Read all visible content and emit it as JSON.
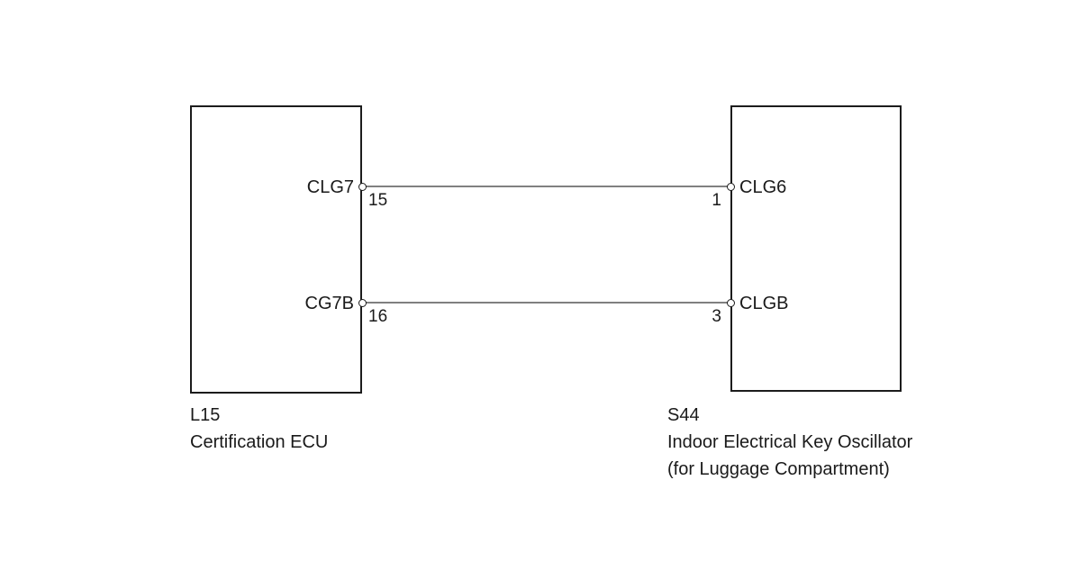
{
  "diagram": {
    "type": "automotive-wiring-connector-diagram",
    "background_color": "#ffffff",
    "wire_color": "#808080",
    "box_border_color": "#1c1c1c",
    "text_color": "#1a1a1a",
    "components": {
      "left": {
        "code": "L15",
        "name": "Certification ECU",
        "terminals": [
          {
            "signal": "CLG7",
            "pin": "15"
          },
          {
            "signal": "CG7B",
            "pin": "16"
          }
        ]
      },
      "right": {
        "code": "S44",
        "name": "Indoor Electrical Key Oscillator",
        "name_line2": "(for Luggage Compartment)",
        "terminals": [
          {
            "signal": "CLG6",
            "pin": "1"
          },
          {
            "signal": "CLGB",
            "pin": "3"
          }
        ]
      }
    },
    "connections": [
      {
        "from_signal": "CLG7",
        "from_pin": "15",
        "to_signal": "CLG6",
        "to_pin": "1"
      },
      {
        "from_signal": "CG7B",
        "from_pin": "16",
        "to_signal": "CLGB",
        "to_pin": "3"
      }
    ]
  }
}
